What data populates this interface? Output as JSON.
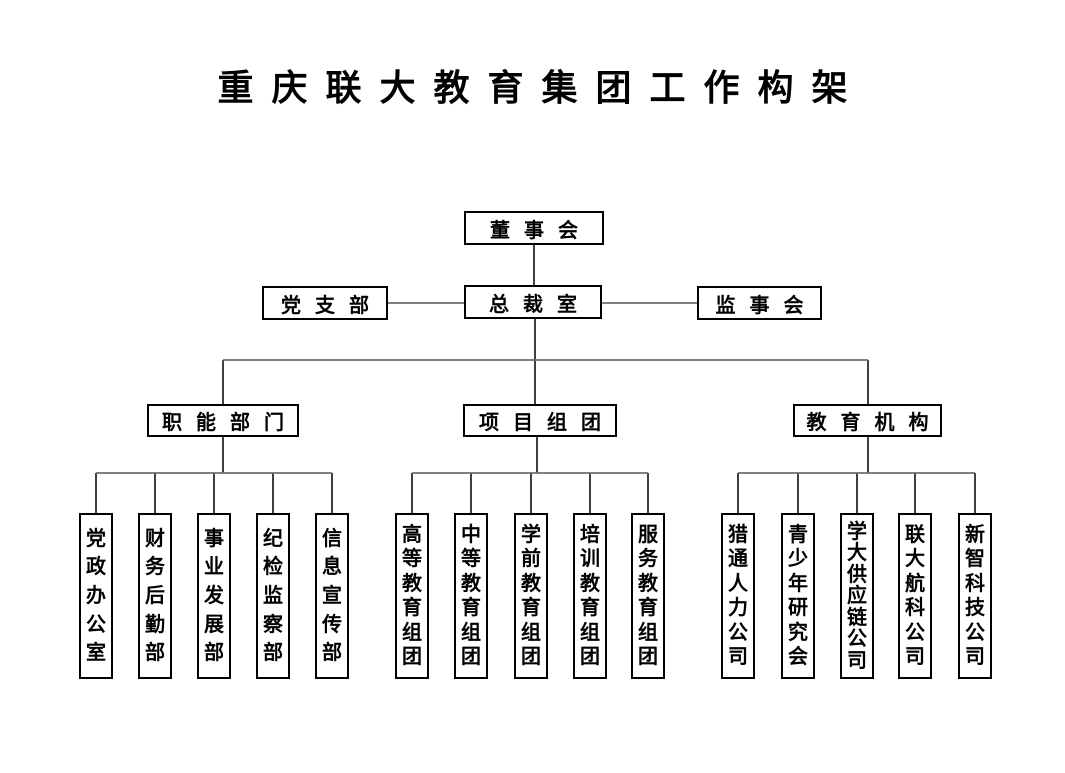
{
  "page": {
    "title": "重庆联大教育集团工作构架"
  },
  "org_chart": {
    "board": "董事会",
    "party_branch": "党支部",
    "president_office": "总裁室",
    "supervisory_board": "监事会",
    "branches": [
      {
        "name": "职能部门",
        "departments": [
          "党政办公室",
          "财务后勤部",
          "事业发展部",
          "纪检监察部",
          "信息宣传部"
        ]
      },
      {
        "name": "项目组团",
        "departments": [
          "高等教育组团",
          "中等教育组团",
          "学前教育组团",
          "培训教育组团",
          "服务教育组团"
        ]
      },
      {
        "name": "教育机构",
        "departments": [
          "猎通人力公司",
          "青少年研究会",
          "学大供应链公司",
          "联大航科公司",
          "新智科技公司"
        ]
      }
    ],
    "line_colors": {
      "vertical": "#1f1f1f",
      "horizontal": "#6e6e6e",
      "border": "#000000"
    }
  }
}
